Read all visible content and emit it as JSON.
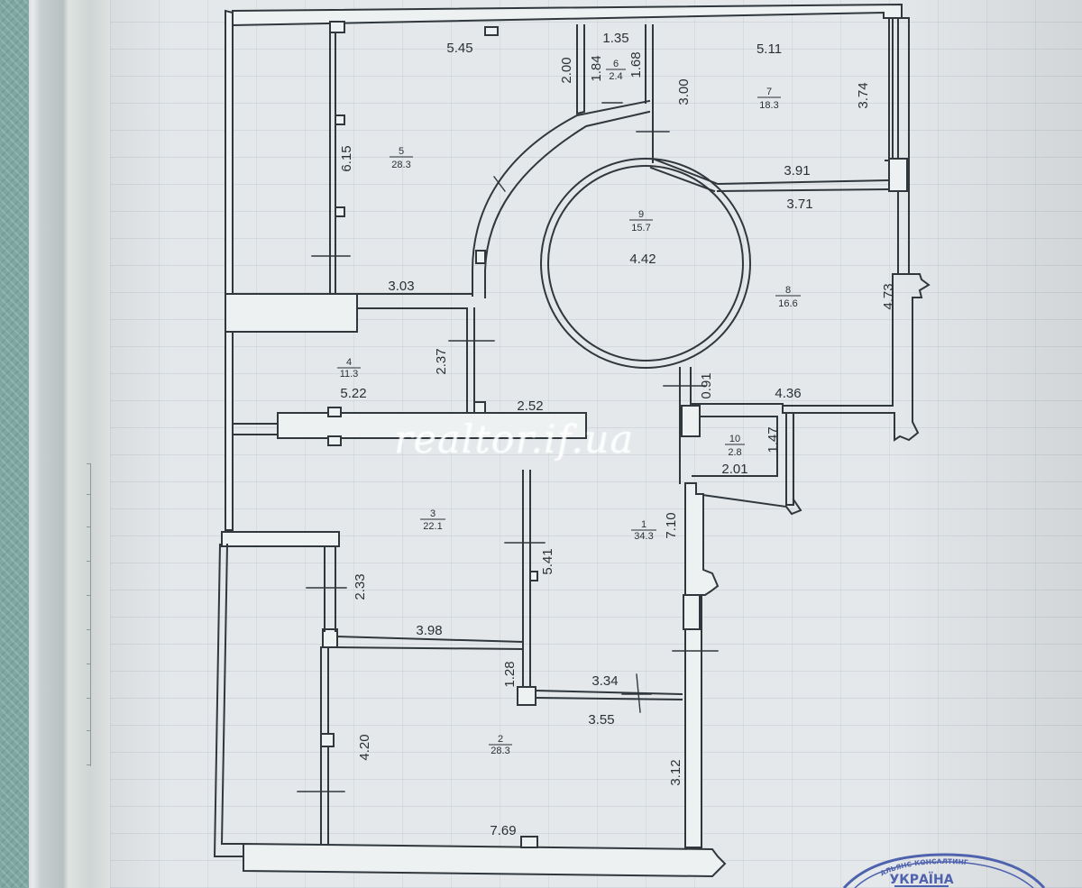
{
  "rooms": [
    {
      "id": "r1",
      "number": "1",
      "area": "34.3"
    },
    {
      "id": "r2",
      "number": "2",
      "area": "28.3"
    },
    {
      "id": "r3",
      "number": "3",
      "area": "22.1"
    },
    {
      "id": "r4",
      "number": "4",
      "area": "11.3"
    },
    {
      "id": "r5",
      "number": "5",
      "area": "28.3"
    },
    {
      "id": "r6",
      "number": "6",
      "area": "2.4"
    },
    {
      "id": "r7",
      "number": "7",
      "area": "18.3"
    },
    {
      "id": "r8",
      "number": "8",
      "area": "16.6"
    },
    {
      "id": "r9",
      "number": "9",
      "area": "15.7"
    },
    {
      "id": "r10",
      "number": "10",
      "area": "2.8"
    }
  ],
  "dimensions": {
    "d545": "5.45",
    "d135": "1.35",
    "d511": "5.11",
    "d200": "2.00",
    "d184": "1.84",
    "d168": "1.68",
    "d300": "3.00",
    "d374": "3.74",
    "d615": "6.15",
    "d391": "3.91",
    "d371": "3.71",
    "d442": "4.42",
    "d303": "3.03",
    "d473": "4.73",
    "d237": "2.37",
    "d522": "5.22",
    "d091": "0.91",
    "d436": "4.36",
    "d252": "2.52",
    "d147": "1.47",
    "d201": "2.01",
    "d710": "7.10",
    "d541": "5.41",
    "d233": "2.33",
    "d398": "3.98",
    "d128": "1.28",
    "d334": "3.34",
    "d355": "3.55",
    "d420": "4.20",
    "d312": "3.12",
    "d769": "7.69"
  },
  "watermark": "realtor.if.ua",
  "stamp": {
    "country": "УКРАЇНА",
    "arc_text": "АЛЬЯНС-КОНСАЛТИНГ"
  },
  "colors": {
    "line": "#30373d",
    "stamp": "#4e62ae"
  }
}
